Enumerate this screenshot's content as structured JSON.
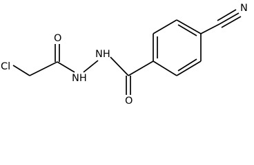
{
  "molecule": {
    "atoms": {
      "chlorine": "Cl",
      "carbonyl_oxygen_left": "O",
      "hydrazide_nh_upper": "NH",
      "hydrazide_nh_lower": "NH",
      "carbonyl_oxygen_right": "O",
      "nitrile_nitrogen": "N"
    }
  }
}
